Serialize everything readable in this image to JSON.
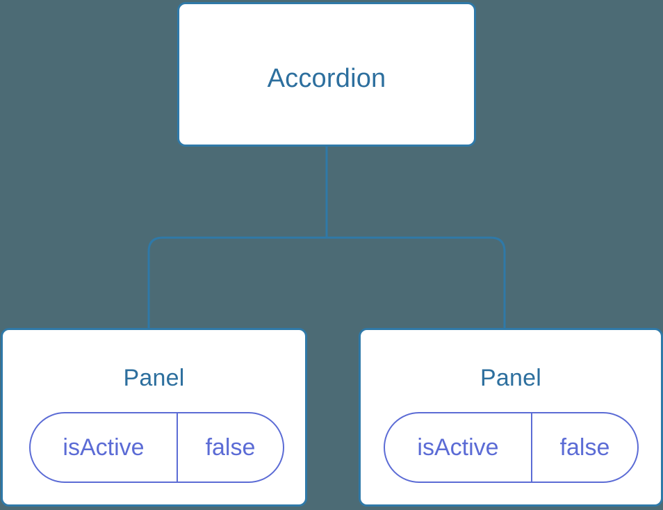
{
  "diagram": {
    "type": "component-tree",
    "background_color": "#4c6b75",
    "edge_color": "#2f79a8",
    "node_border_color": "#2f79a8",
    "node_fill_color": "#ffffff",
    "node_title_color": "#2d6f9e",
    "prop_color": "#5b6bd5",
    "root": {
      "name": "accordion-node",
      "title": "Accordion"
    },
    "children": [
      {
        "name": "panel-node-left",
        "title": "Panel",
        "prop": {
          "key": "isActive",
          "value": "false"
        }
      },
      {
        "name": "panel-node-right",
        "title": "Panel",
        "prop": {
          "key": "isActive",
          "value": "false"
        }
      }
    ]
  }
}
